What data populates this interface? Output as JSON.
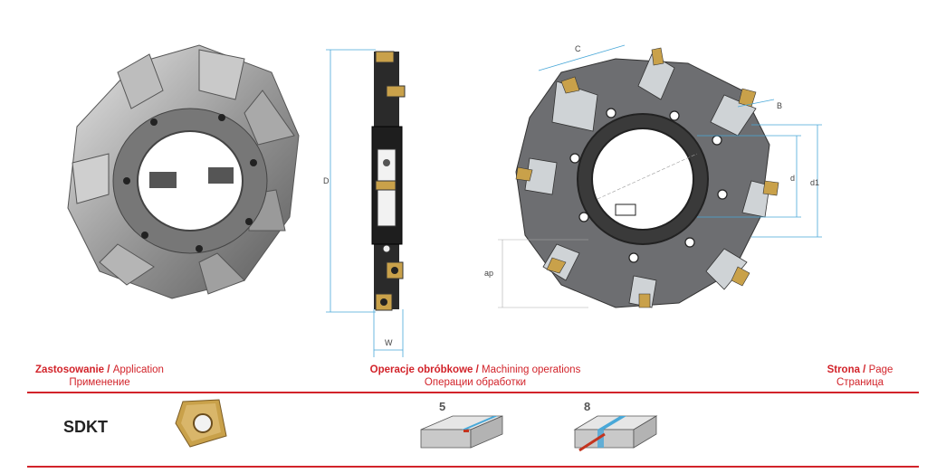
{
  "drawing": {
    "dims": {
      "D": "D",
      "W": "W",
      "C": "C",
      "B": "B",
      "d": "d",
      "d1": "d1",
      "ap": "ap"
    }
  },
  "headers": {
    "application": {
      "pl": "Zastosowanie",
      "sep": " / ",
      "en": "Application",
      "ru": "Применение"
    },
    "operations": {
      "pl": "Operacje obróbkowe",
      "sep": " / ",
      "en": "Machining operations",
      "ru": "Операции обработки"
    },
    "page": {
      "pl": "Strona",
      "sep": " / ",
      "en": "Page",
      "ru": "Страница"
    }
  },
  "row": {
    "insert_code": "SDKT",
    "operations": [
      {
        "number": "5"
      },
      {
        "number": "8"
      }
    ]
  },
  "colors": {
    "accent": "#d2232a",
    "groove": "#49a8d8",
    "insert": "#c9a14a"
  }
}
